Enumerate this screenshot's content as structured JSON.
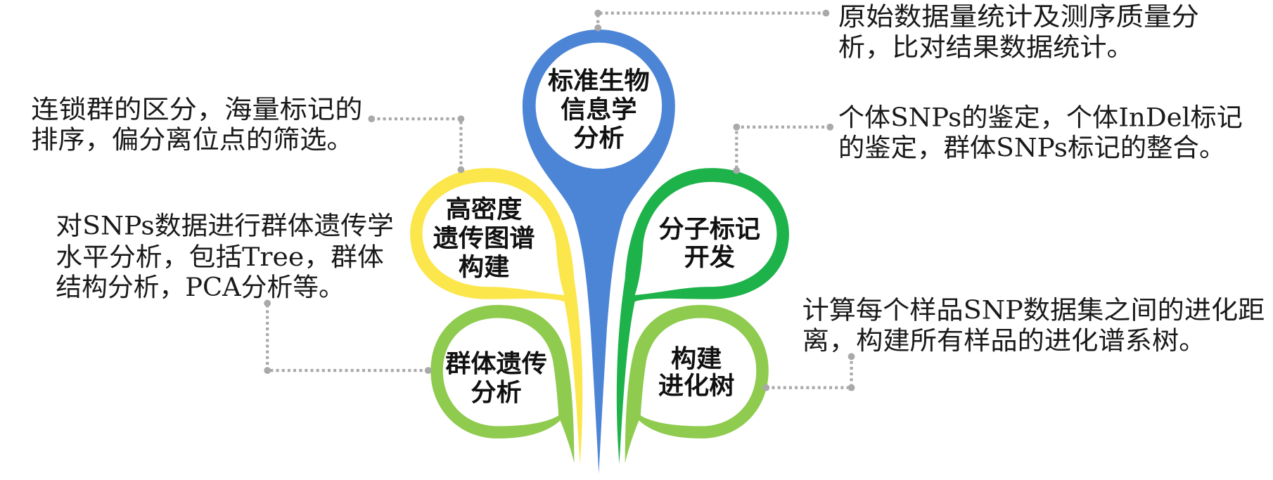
{
  "petals": [
    {
      "color": "#4d85d6",
      "label": [
        "标准生物",
        "信息学",
        "分析"
      ],
      "description": [
        "原始数据量统计及测序质量分",
        "析，比对结果数据统计。"
      ]
    },
    {
      "color": "#fbe64b",
      "label": [
        "高密度",
        "遗传图谱",
        "构建"
      ],
      "description": [
        "连锁群的区分，海量标记的",
        "排序，偏分离位点的筛选。"
      ]
    },
    {
      "color": "#1db24a",
      "label": [
        "分子标记",
        "开发"
      ],
      "description": [
        "个体SNPs的鉴定，个体InDel标记",
        "的鉴定，群体SNPs标记的整合。"
      ]
    },
    {
      "color": "#8fcb4f",
      "label": [
        "群体遗传",
        "分析"
      ],
      "description": [
        "对SNPs数据进行群体遗传学",
        "水平分析，包括Tree，群体",
        "结构分析，PCA分析等。"
      ]
    },
    {
      "color": "#8fcb4f",
      "label": [
        "构建",
        "进化树"
      ],
      "description": [
        "计算每个样品SNP数据集之间的进化距",
        "离，构建所有样品的进化谱系树。"
      ]
    }
  ],
  "connector_color": "#a9a9a9"
}
